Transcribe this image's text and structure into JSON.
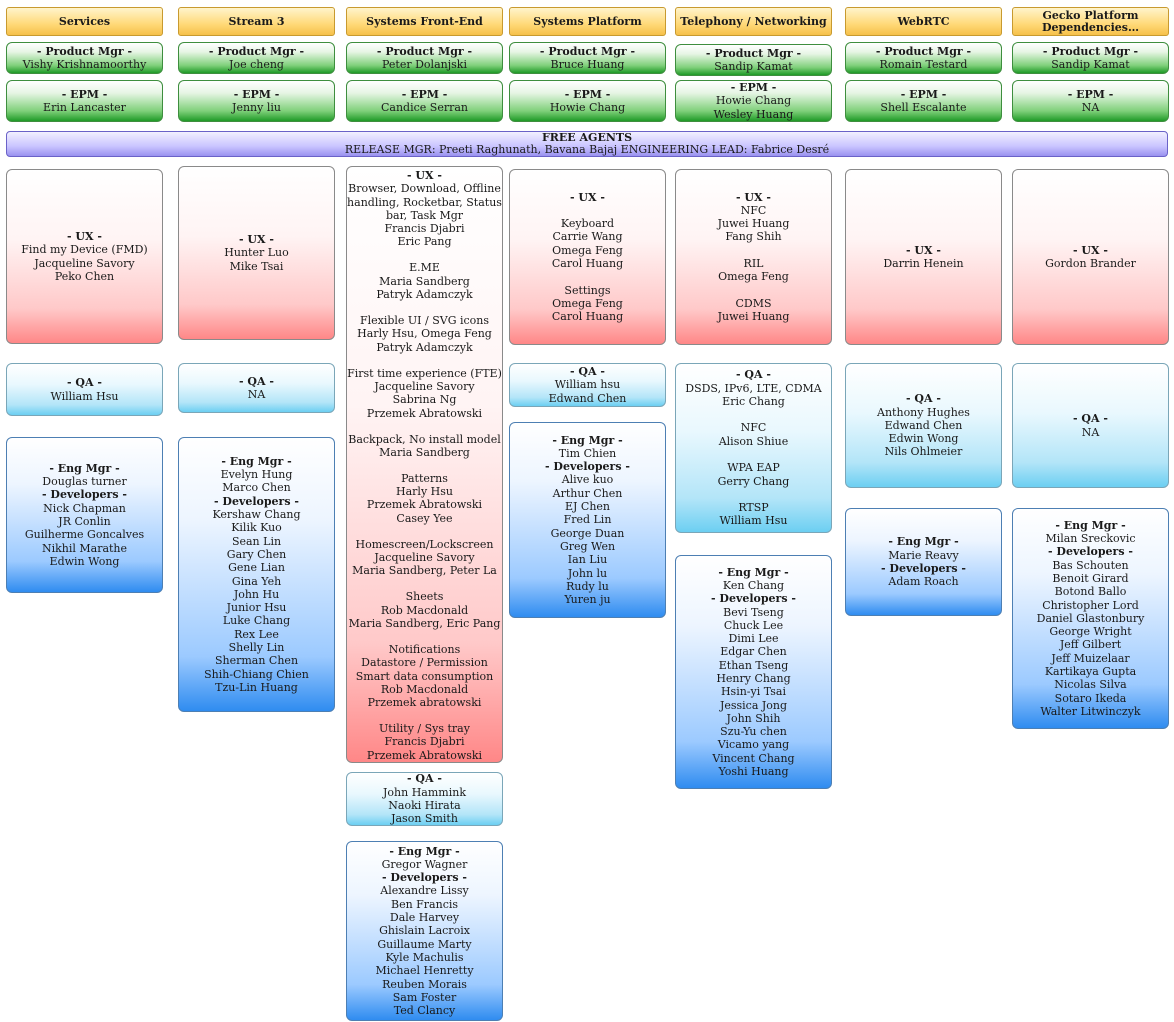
{
  "columns": [
    {
      "header": "Services",
      "pm": {
        "label": "- Product Mgr -",
        "names": [
          "Vishy Krishnamoorthy"
        ]
      },
      "epm": {
        "label": "- EPM -",
        "names": [
          "Erin Lancaster"
        ]
      },
      "ux": [
        {
          "t": "- UX -",
          "b": true
        },
        {
          "t": "Find my Device (FMD)"
        },
        {
          "t": "Jacqueline Savory"
        },
        {
          "t": "Peko Chen"
        }
      ],
      "qa": [
        {
          "t": "- QA -",
          "b": true
        },
        {
          "t": "William Hsu"
        }
      ],
      "eng": [
        {
          "t": "- Eng Mgr -",
          "b": true
        },
        {
          "t": "Douglas turner"
        },
        {
          "t": "- Developers -",
          "b": true
        },
        {
          "t": "Nick Chapman"
        },
        {
          "t": "JR Conlin"
        },
        {
          "t": "Guilherme Goncalves"
        },
        {
          "t": "Nikhil Marathe"
        },
        {
          "t": "Edwin Wong"
        }
      ]
    },
    {
      "header": "Stream 3",
      "pm": {
        "label": "- Product Mgr -",
        "names": [
          "Joe cheng"
        ]
      },
      "epm": {
        "label": "- EPM -",
        "names": [
          "Jenny liu"
        ]
      },
      "ux": [
        {
          "t": "- UX -",
          "b": true
        },
        {
          "t": "Hunter Luo"
        },
        {
          "t": "Mike Tsai"
        }
      ],
      "qa": [
        {
          "t": "- QA -",
          "b": true
        },
        {
          "t": "NA"
        }
      ],
      "eng": [
        {
          "t": "- Eng Mgr -",
          "b": true
        },
        {
          "t": "Evelyn Hung"
        },
        {
          "t": "Marco Chen"
        },
        {
          "t": "- Developers -",
          "b": true
        },
        {
          "t": "Kershaw Chang"
        },
        {
          "t": "Kilik Kuo"
        },
        {
          "t": "Sean Lin"
        },
        {
          "t": "Gary Chen"
        },
        {
          "t": "Gene Lian"
        },
        {
          "t": "Gina Yeh"
        },
        {
          "t": "John Hu"
        },
        {
          "t": "Junior Hsu"
        },
        {
          "t": "Luke Chang"
        },
        {
          "t": "Rex Lee"
        },
        {
          "t": "Shelly Lin"
        },
        {
          "t": "Sherman Chen"
        },
        {
          "t": "Shih-Chiang Chien"
        },
        {
          "t": "Tzu-Lin Huang"
        }
      ]
    },
    {
      "header": "Systems Front-End",
      "pm": {
        "label": "- Product Mgr -",
        "names": [
          "Peter Dolanjski"
        ]
      },
      "epm": {
        "label": "- EPM -",
        "names": [
          "Candice Serran"
        ]
      },
      "ux": [
        {
          "t": "- UX -",
          "b": true
        },
        {
          "t": "Browser, Download, Offline"
        },
        {
          "t": "handling, Rocketbar, Status"
        },
        {
          "t": "bar, Task Mgr"
        },
        {
          "t": "Francis Djabri"
        },
        {
          "t": "Eric Pang"
        },
        {
          "t": ""
        },
        {
          "t": "E.ME"
        },
        {
          "t": "Maria Sandberg"
        },
        {
          "t": "Patryk Adamczyk"
        },
        {
          "t": ""
        },
        {
          "t": "Flexible UI / SVG icons"
        },
        {
          "t": "Harly Hsu, Omega Feng"
        },
        {
          "t": "Patryk Adamczyk"
        },
        {
          "t": ""
        },
        {
          "t": "First time experience (FTE)"
        },
        {
          "t": "Jacqueline Savory"
        },
        {
          "t": "Sabrina Ng"
        },
        {
          "t": "Przemek Abratowski"
        },
        {
          "t": ""
        },
        {
          "t": "Backpack, No install model"
        },
        {
          "t": "Maria Sandberg"
        },
        {
          "t": ""
        },
        {
          "t": "Patterns"
        },
        {
          "t": "Harly Hsu"
        },
        {
          "t": "Przemek Abratowski"
        },
        {
          "t": "Casey Yee"
        },
        {
          "t": ""
        },
        {
          "t": "Homescreen/Lockscreen"
        },
        {
          "t": "Jacqueline Savory"
        },
        {
          "t": "Maria Sandberg, Peter La"
        },
        {
          "t": ""
        },
        {
          "t": "Sheets"
        },
        {
          "t": "Rob Macdonald"
        },
        {
          "t": "Maria Sandberg, Eric Pang"
        },
        {
          "t": ""
        },
        {
          "t": "Notifications"
        },
        {
          "t": "Datastore / Permission"
        },
        {
          "t": "Smart data consumption"
        },
        {
          "t": "Rob Macdonald"
        },
        {
          "t": "Przemek abratowski"
        },
        {
          "t": ""
        },
        {
          "t": "Utility / Sys tray"
        },
        {
          "t": "Francis Djabri"
        },
        {
          "t": "Przemek Abratowski"
        }
      ],
      "qa": [
        {
          "t": "- QA -",
          "b": true
        },
        {
          "t": "John Hammink"
        },
        {
          "t": "Naoki Hirata"
        },
        {
          "t": "Jason Smith"
        }
      ],
      "eng": [
        {
          "t": "- Eng Mgr -",
          "b": true
        },
        {
          "t": "Gregor Wagner"
        },
        {
          "t": "- Developers -",
          "b": true
        },
        {
          "t": "Alexandre Lissy"
        },
        {
          "t": "Ben Francis"
        },
        {
          "t": "Dale Harvey"
        },
        {
          "t": "Ghislain Lacroix"
        },
        {
          "t": "Guillaume Marty"
        },
        {
          "t": "Kyle Machulis"
        },
        {
          "t": "Michael Henretty"
        },
        {
          "t": "Reuben Morais"
        },
        {
          "t": "Sam Foster"
        },
        {
          "t": "Ted Clancy"
        }
      ]
    },
    {
      "header": "Systems Platform",
      "pm": {
        "label": "- Product Mgr -",
        "names": [
          "Bruce Huang"
        ]
      },
      "epm": {
        "label": "- EPM -",
        "names": [
          "Howie Chang"
        ]
      },
      "ux": [
        {
          "t": "- UX -",
          "b": true
        },
        {
          "t": ""
        },
        {
          "t": "Keyboard"
        },
        {
          "t": "Carrie Wang"
        },
        {
          "t": "Omega Feng"
        },
        {
          "t": "Carol Huang"
        },
        {
          "t": ""
        },
        {
          "t": "Settings"
        },
        {
          "t": "Omega Feng"
        },
        {
          "t": "Carol Huang"
        }
      ],
      "qa": [
        {
          "t": "- QA -",
          "b": true
        },
        {
          "t": "William hsu"
        },
        {
          "t": "Edwand Chen"
        }
      ],
      "eng": [
        {
          "t": "- Eng Mgr -",
          "b": true
        },
        {
          "t": "Tim Chien"
        },
        {
          "t": "- Developers -",
          "b": true
        },
        {
          "t": "Alive kuo"
        },
        {
          "t": "Arthur Chen"
        },
        {
          "t": "EJ Chen"
        },
        {
          "t": "Fred Lin"
        },
        {
          "t": "George Duan"
        },
        {
          "t": "Greg Wen"
        },
        {
          "t": "Ian Liu"
        },
        {
          "t": "John lu"
        },
        {
          "t": "Rudy lu"
        },
        {
          "t": "Yuren ju"
        }
      ]
    },
    {
      "header": "Telephony / Networking",
      "pm": {
        "label": "- Product Mgr -",
        "names": [
          "Sandip Kamat"
        ]
      },
      "epm": {
        "label": "- EPM -",
        "names": [
          "Howie Chang",
          "Wesley Huang"
        ]
      },
      "ux": [
        {
          "t": "- UX -",
          "b": true
        },
        {
          "t": "NFC"
        },
        {
          "t": "Juwei Huang"
        },
        {
          "t": "Fang Shih"
        },
        {
          "t": ""
        },
        {
          "t": "RIL"
        },
        {
          "t": "Omega Feng"
        },
        {
          "t": ""
        },
        {
          "t": "CDMS"
        },
        {
          "t": "Juwei Huang"
        }
      ],
      "qa": [
        {
          "t": "- QA -",
          "b": true
        },
        {
          "t": "DSDS, IPv6, LTE, CDMA"
        },
        {
          "t": "Eric Chang"
        },
        {
          "t": ""
        },
        {
          "t": "NFC"
        },
        {
          "t": "Alison Shiue"
        },
        {
          "t": ""
        },
        {
          "t": "WPA EAP"
        },
        {
          "t": "Gerry Chang"
        },
        {
          "t": ""
        },
        {
          "t": "RTSP"
        },
        {
          "t": "William Hsu"
        }
      ],
      "eng": [
        {
          "t": "- Eng Mgr -",
          "b": true
        },
        {
          "t": "Ken Chang"
        },
        {
          "t": "- Developers -",
          "b": true
        },
        {
          "t": "Bevi Tseng"
        },
        {
          "t": "Chuck Lee"
        },
        {
          "t": "Dimi Lee"
        },
        {
          "t": "Edgar Chen"
        },
        {
          "t": "Ethan Tseng"
        },
        {
          "t": "Henry Chang"
        },
        {
          "t": "Hsin-yi Tsai"
        },
        {
          "t": "Jessica Jong"
        },
        {
          "t": "John Shih"
        },
        {
          "t": "Szu-Yu chen"
        },
        {
          "t": "Vicamo yang"
        },
        {
          "t": "Vincent Chang"
        },
        {
          "t": "Yoshi Huang"
        }
      ]
    },
    {
      "header": "WebRTC",
      "pm": {
        "label": "- Product Mgr -",
        "names": [
          "Romain Testard"
        ]
      },
      "epm": {
        "label": "- EPM -",
        "names": [
          "Shell Escalante"
        ]
      },
      "ux": [
        {
          "t": "- UX -",
          "b": true
        },
        {
          "t": "Darrin Henein"
        }
      ],
      "qa": [
        {
          "t": "- QA -",
          "b": true
        },
        {
          "t": "Anthony Hughes"
        },
        {
          "t": "Edwand Chen"
        },
        {
          "t": "Edwin Wong"
        },
        {
          "t": "Nils Ohlmeier"
        }
      ],
      "eng": [
        {
          "t": "- Eng Mgr -",
          "b": true
        },
        {
          "t": "Marie Reavy"
        },
        {
          "t": "- Developers -",
          "b": true
        },
        {
          "t": "Adam Roach"
        }
      ]
    },
    {
      "header": "Gecko Platform Dependencies…",
      "pm": {
        "label": "- Product Mgr -",
        "names": [
          "Sandip Kamat"
        ]
      },
      "epm": {
        "label": "- EPM -",
        "names": [
          "NA"
        ]
      },
      "ux": [
        {
          "t": "- UX -",
          "b": true
        },
        {
          "t": "Gordon Brander"
        }
      ],
      "qa": [
        {
          "t": "- QA -",
          "b": true
        },
        {
          "t": "NA"
        }
      ],
      "eng": [
        {
          "t": "- Eng Mgr -",
          "b": true
        },
        {
          "t": "Milan Sreckovic"
        },
        {
          "t": "- Developers -",
          "b": true
        },
        {
          "t": "Bas Schouten"
        },
        {
          "t": "Benoit Girard"
        },
        {
          "t": "Botond Ballo"
        },
        {
          "t": "Christopher Lord"
        },
        {
          "t": "Daniel Glastonbury"
        },
        {
          "t": "George Wright"
        },
        {
          "t": "Jeff Gilbert"
        },
        {
          "t": "Jeff Muizelaar"
        },
        {
          "t": "Kartikaya Gupta"
        },
        {
          "t": "Nicolas Silva"
        },
        {
          "t": "Sotaro Ikeda"
        },
        {
          "t": "Walter Litwinczyk"
        }
      ]
    }
  ],
  "free_agents": {
    "title": "FREE AGENTS",
    "detail": "RELEASE MGR: Preeti Raghunath, Bavana Bajaj ENGINEERING LEAD: Fabrice Desré"
  }
}
